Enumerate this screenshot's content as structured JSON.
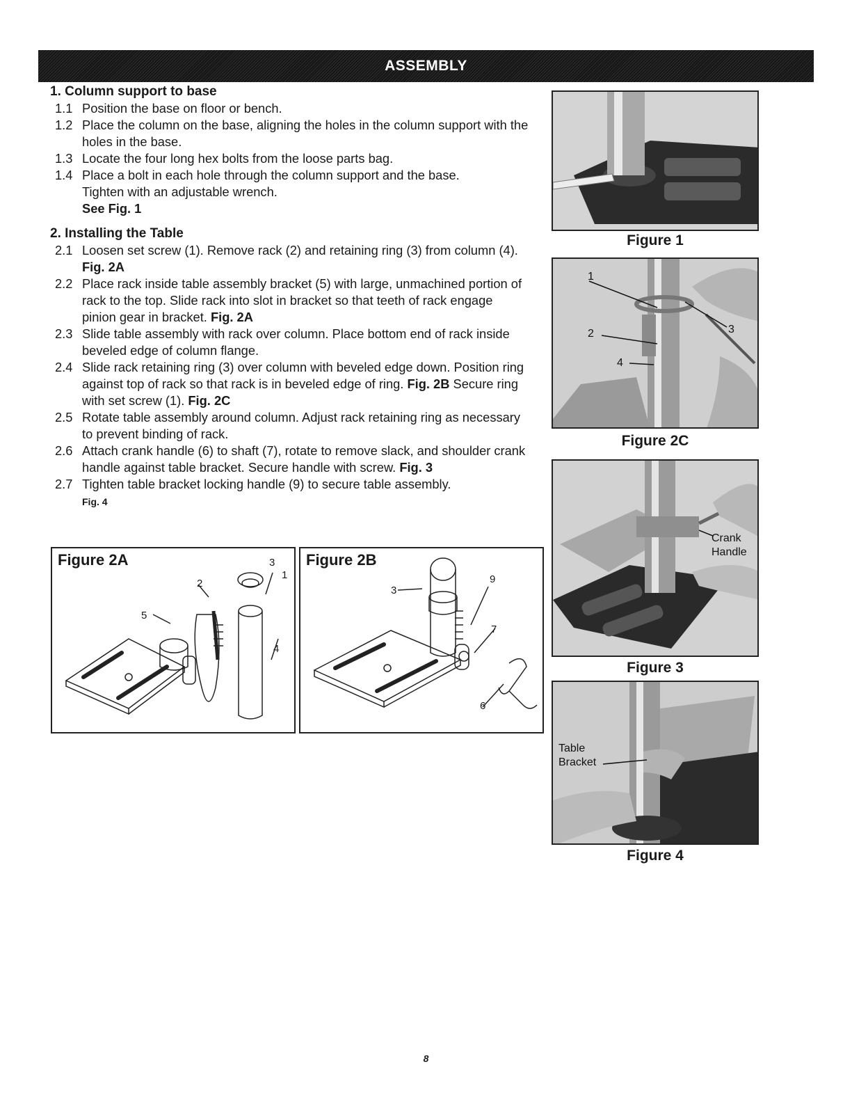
{
  "header": {
    "title": "ASSEMBLY"
  },
  "section1": {
    "heading": "1. Column support to base",
    "steps": [
      {
        "num": "1.1",
        "text": "Position the base on floor or bench."
      },
      {
        "num": "1.2",
        "text": "Place the column on the base, aligning the holes in the column support with the holes in the base."
      },
      {
        "num": "1.3",
        "text": "Locate the four long hex bolts from the loose parts bag."
      },
      {
        "num": "1.4",
        "text": "Place a bolt in each hole through the column support and the base."
      }
    ],
    "extra": "Tighten with an adjustable wrench.",
    "see": "See Fig. 1"
  },
  "section2": {
    "heading": "2. Installing the Table",
    "s21": {
      "num": "2.1",
      "text": "Loosen set screw (1). Remove rack (2) and retaining ring (3) from column (4).",
      "ref": "Fig. 2A"
    },
    "s22": {
      "num": "2.2",
      "text": "Place rack inside table assembly bracket (5) with large, unmachined portion of rack to the top. Slide rack into slot in bracket so that teeth of rack engage pinion gear in bracket.",
      "ref": "Fig. 2A"
    },
    "s23": {
      "num": "2.3",
      "text": "Slide table assembly with rack over column. Place bottom end of rack inside beveled edge of column flange."
    },
    "s24": {
      "num": "2.4",
      "text": "Slide rack retaining ring (3) over column with beveled edge down. Position ring against top of rack so that rack is in beveled edge of ring.",
      "ref1": "Fig. 2B",
      "text2": "Secure ring with set screw (1).",
      "ref2": "Fig. 2C"
    },
    "s25": {
      "num": "2.5",
      "text": "Rotate table assembly around column. Adjust rack retaining ring as necessary to prevent binding of rack."
    },
    "s26": {
      "num": "2.6",
      "text": "Attach crank handle (6) to shaft (7), rotate to remove slack, and shoulder crank handle against table bracket. Secure handle with screw.",
      "ref": "Fig. 3"
    },
    "s27": {
      "num": "2.7",
      "text": "Tighten table bracket locking handle (9) to secure table assembly.",
      "ref": "Fig. 4"
    }
  },
  "figures": {
    "fig1": {
      "caption": "Figure 1"
    },
    "fig2c": {
      "caption": "Figure 2C",
      "labels": [
        "1",
        "2",
        "3",
        "4"
      ]
    },
    "fig3": {
      "caption": "Figure 3",
      "label_line1": "Crank",
      "label_line2": "Handle"
    },
    "fig4": {
      "caption": "Figure 4",
      "label_line1": "Table",
      "label_line2": "Bracket"
    },
    "fig2a": {
      "title": "Figure 2A",
      "labels": [
        "1",
        "2",
        "3",
        "4",
        "5"
      ]
    },
    "fig2b": {
      "title": "Figure 2B",
      "labels": [
        "3",
        "9",
        "7",
        "6"
      ]
    }
  },
  "footer": {
    "page_number": "8"
  }
}
